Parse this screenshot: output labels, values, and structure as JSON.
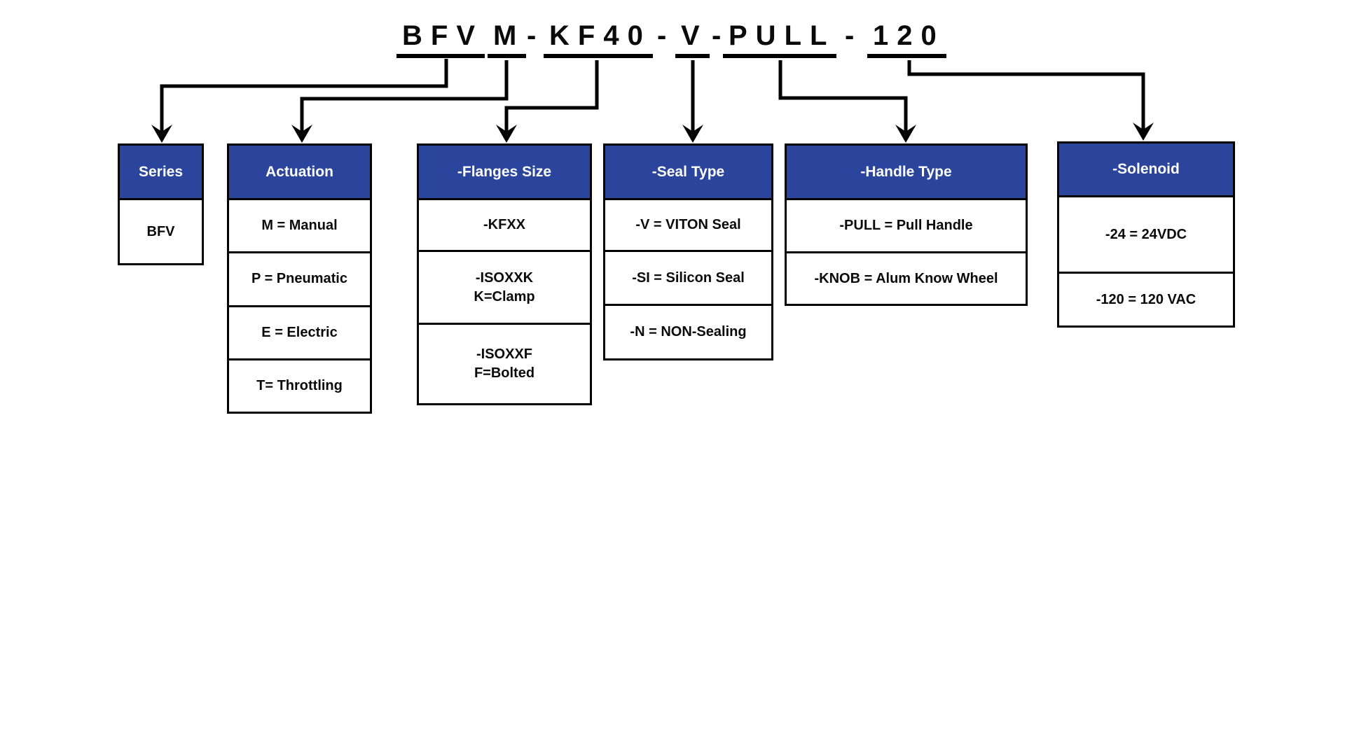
{
  "diagram_title": {
    "full_code": "BFVM-KF40-V-PULL-120",
    "separator": "-",
    "segments": [
      "BFV",
      "M",
      "KF40",
      "V",
      "PULL",
      "120"
    ]
  },
  "colors": {
    "header_bg": "#2A459B",
    "header_text": "#FFFFFF",
    "border": "#000000",
    "background": "#FFFFFF"
  },
  "columns": [
    {
      "id": "series",
      "header": "Series",
      "cells": [
        {
          "lines": [
            "BFV"
          ]
        }
      ]
    },
    {
      "id": "actuation",
      "header": "Actuation",
      "cells": [
        {
          "lines": [
            "M = Manual"
          ]
        },
        {
          "lines": [
            "P = Pneumatic"
          ]
        },
        {
          "lines": [
            "E = Electric"
          ]
        },
        {
          "lines": [
            "T= Throttling"
          ]
        }
      ]
    },
    {
      "id": "flanges-size",
      "header": "-Flanges Size",
      "cells": [
        {
          "lines": [
            "-KFXX"
          ]
        },
        {
          "lines": [
            "-ISOXXK",
            "K=Clamp"
          ]
        },
        {
          "lines": [
            "-ISOXXF",
            "F=Bolted"
          ]
        }
      ]
    },
    {
      "id": "seal-type",
      "header": "-Seal Type",
      "cells": [
        {
          "lines": [
            "-V = VITON Seal"
          ]
        },
        {
          "lines": [
            "-SI = Silicon Seal"
          ]
        },
        {
          "lines": [
            "-N = NON-Sealing"
          ]
        }
      ]
    },
    {
      "id": "handle-type",
      "header": "-Handle Type",
      "cells": [
        {
          "lines": [
            "-PULL = Pull Handle"
          ]
        },
        {
          "lines": [
            "-KNOB = Alum Know Wheel"
          ]
        }
      ]
    },
    {
      "id": "solenoid",
      "header": "-Solenoid",
      "cells": [
        {
          "lines": [
            "-24 = 24VDC"
          ]
        },
        {
          "lines": [
            "-120 = 120 VAC"
          ]
        }
      ]
    }
  ]
}
